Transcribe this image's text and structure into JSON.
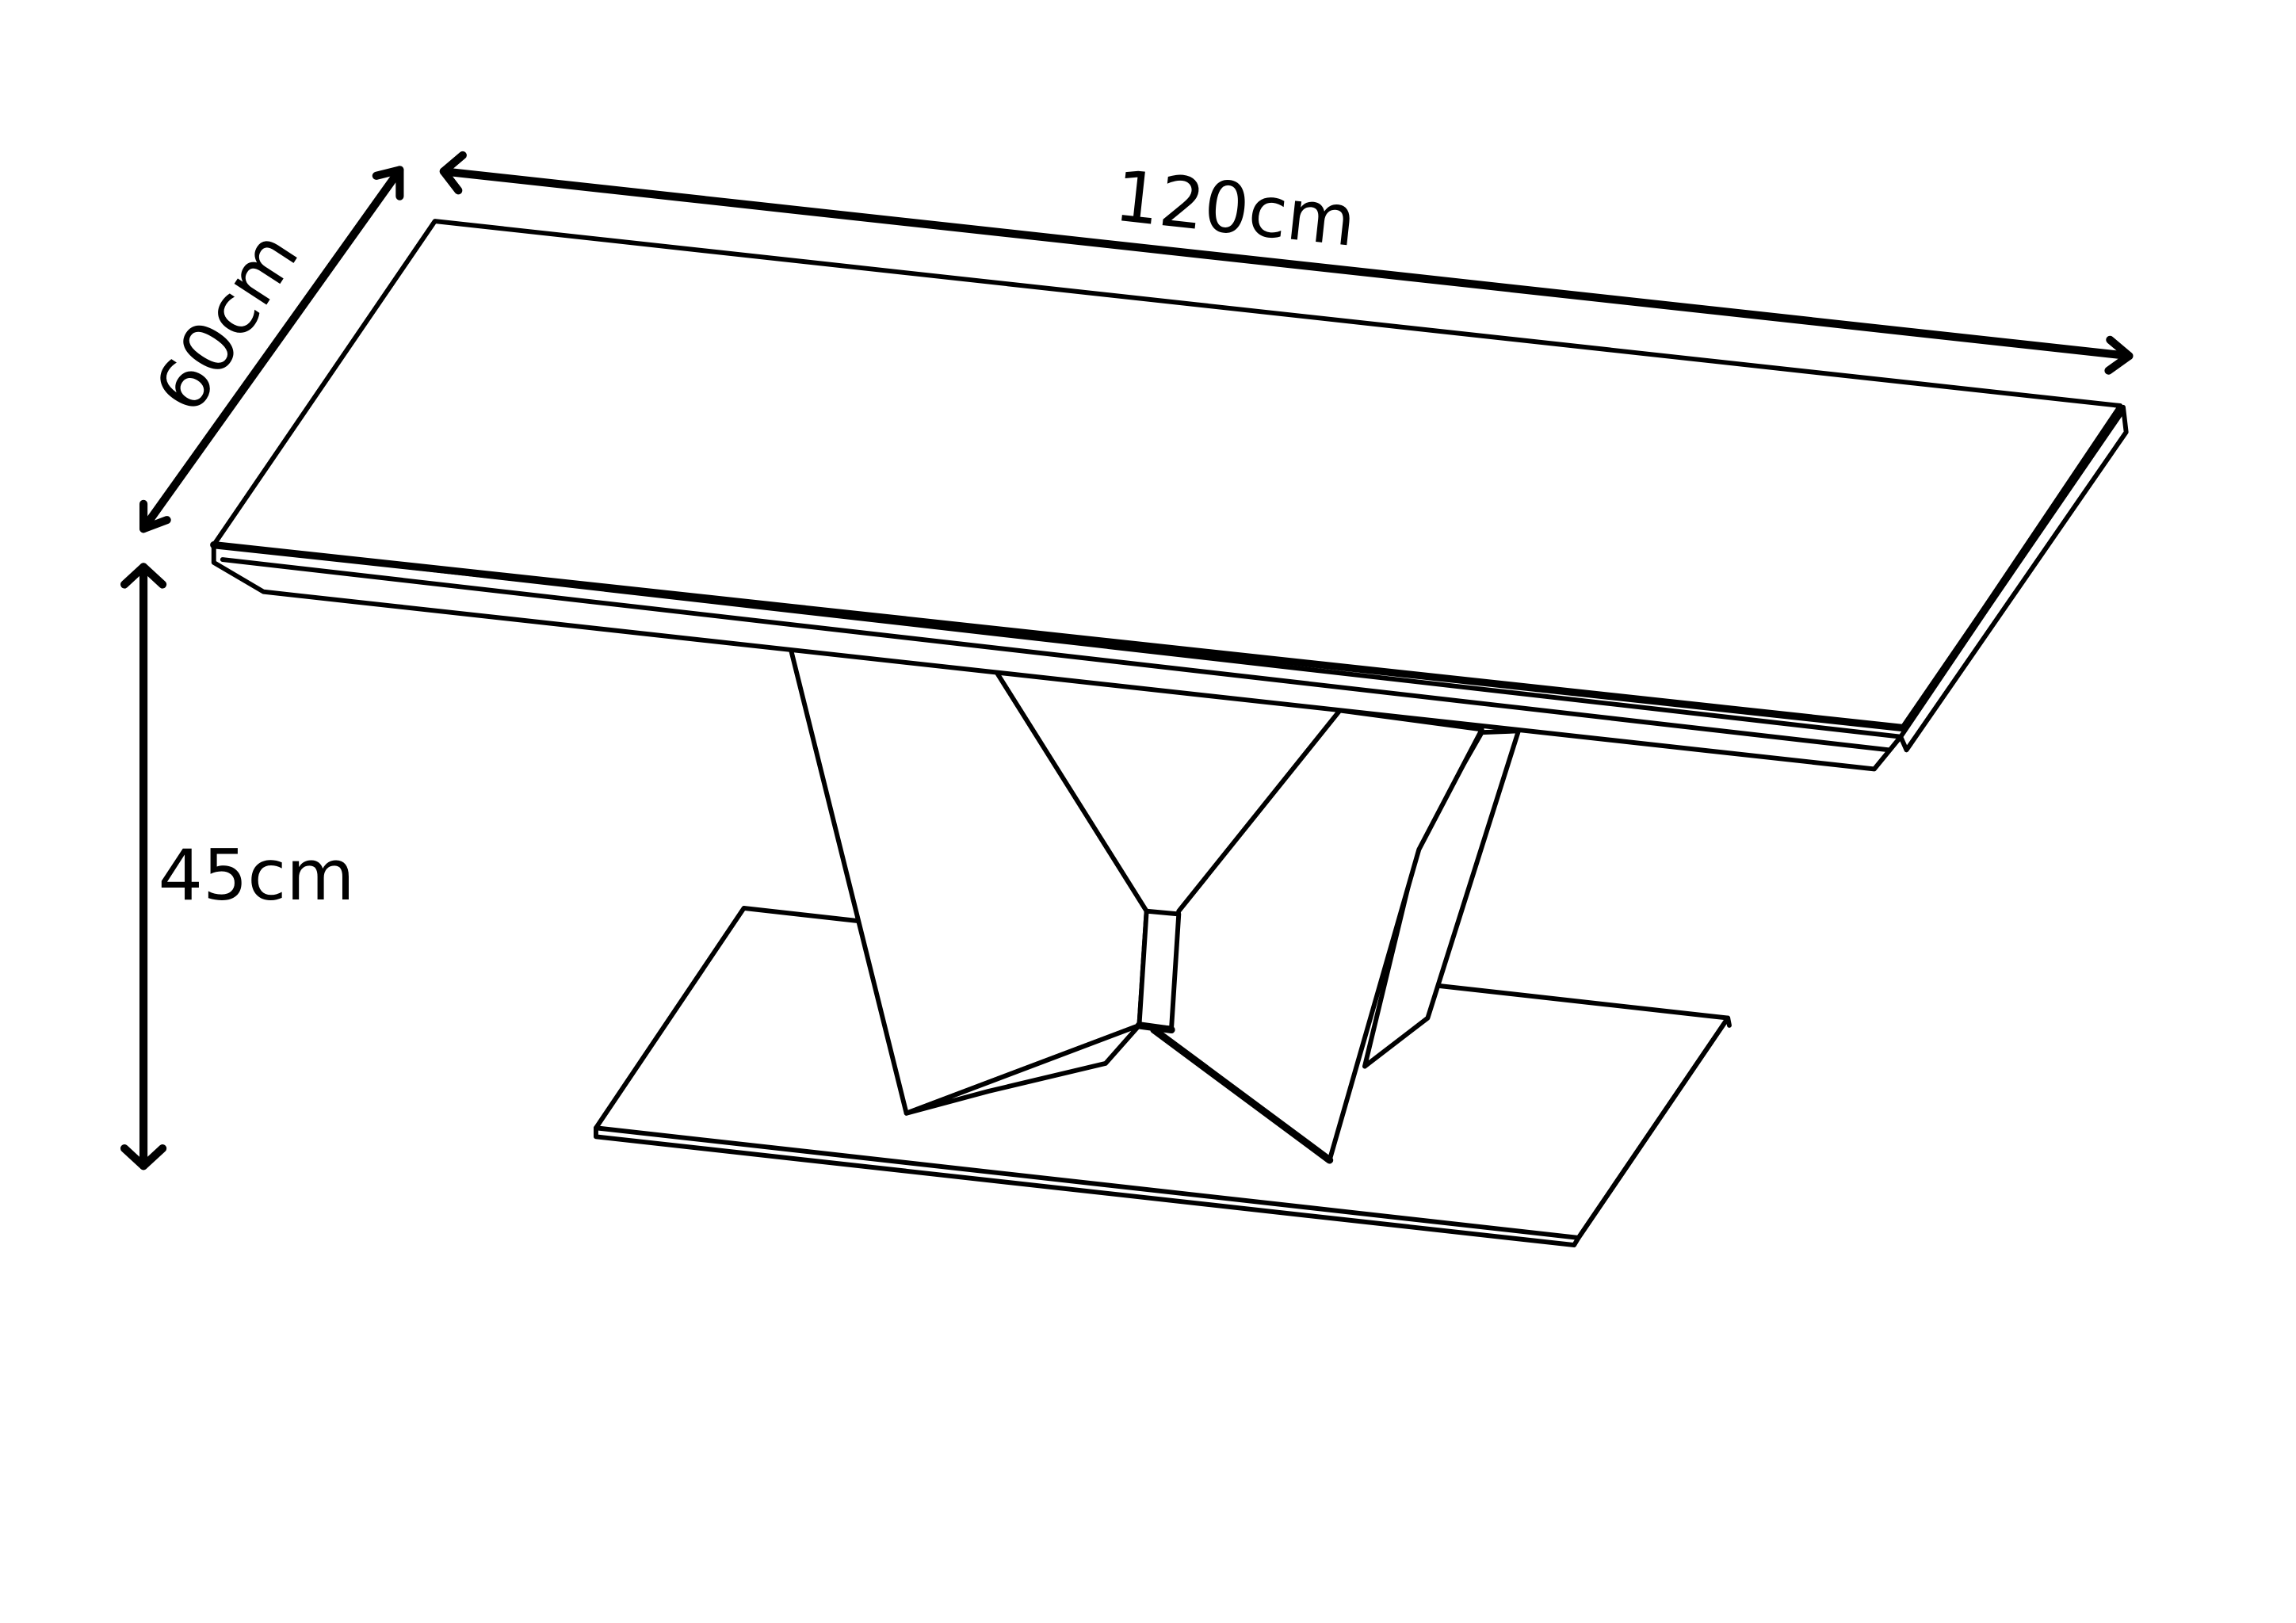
{
  "diagram": {
    "subject": "Coffee table with butterfly pedestal base",
    "colors": {
      "background": "#ffffff",
      "line": "#000000"
    },
    "dimensions": {
      "width": {
        "label": "120cm",
        "value": 120,
        "unit": "cm",
        "axis": "length"
      },
      "depth": {
        "label": "60cm",
        "value": 60,
        "unit": "cm",
        "axis": "depth"
      },
      "height": {
        "label": "45cm",
        "value": 45,
        "unit": "cm",
        "axis": "height"
      }
    },
    "parts": [
      {
        "name": "tabletop",
        "description": "Rectangular top with chamfered underside edge"
      },
      {
        "name": "pedestal",
        "description": "Angular V / butterfly shaped support panels"
      },
      {
        "name": "base-plate",
        "description": "Flat rectangular floor plate"
      }
    ]
  }
}
